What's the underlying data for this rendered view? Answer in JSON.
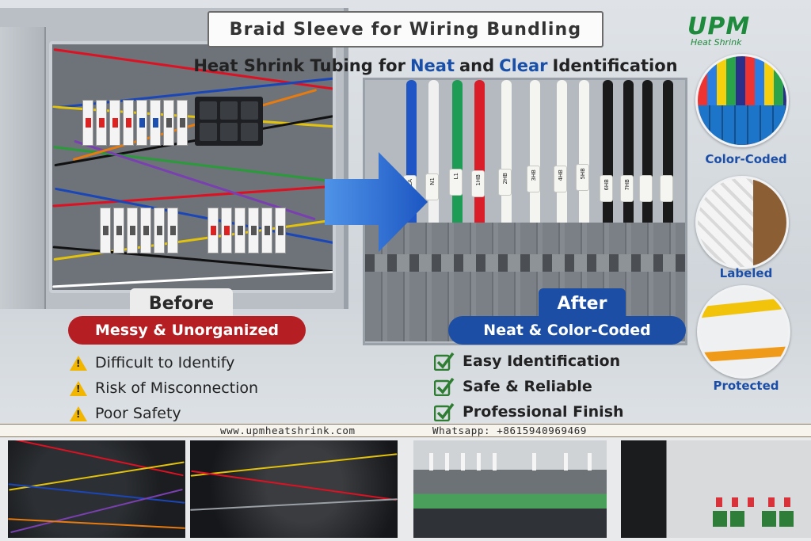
{
  "header": {
    "title": "Braid Sleeve for Wiring Bundling",
    "subtitle_parts": [
      "Heat Shrink Tubing for",
      "Neat",
      "and",
      "Clear",
      "Identification"
    ]
  },
  "logo": {
    "brand": "UPM",
    "tagline": "Heat Shrink",
    "brand_color": "#1e8b3c"
  },
  "before": {
    "label": "Before",
    "pill": "Messy & Unorganized",
    "pill_color": "#b51f24",
    "points": [
      "Difficult to Identify",
      "Risk of Misconnection",
      "Poor Safety"
    ],
    "point_icon": "warning-icon"
  },
  "after": {
    "label": "After",
    "pill": "Neat & Color-Coded",
    "pill_color": "#1c4ea6",
    "points": [
      "Easy Identification",
      "Safe & Reliable",
      "Professional Finish"
    ],
    "point_icon": "check-icon",
    "sleeve_labels": [
      "10LA",
      "N1",
      "L1",
      "1HB",
      "2HB",
      "3HB",
      "4HB",
      "5HB",
      "6HB",
      "7HB"
    ]
  },
  "features": [
    {
      "label": "Color-Coded"
    },
    {
      "label": "Labeled"
    },
    {
      "label": "Protected"
    }
  ],
  "contact": {
    "website": "www.upmheatshrink.com",
    "whatsapp": "Whatsapp: +8615940969469"
  },
  "colors": {
    "accent_blue": "#1c4ea6",
    "warning_red": "#b51f24",
    "check_green": "#2e7d32",
    "warning_yellow": "#f2b600"
  }
}
